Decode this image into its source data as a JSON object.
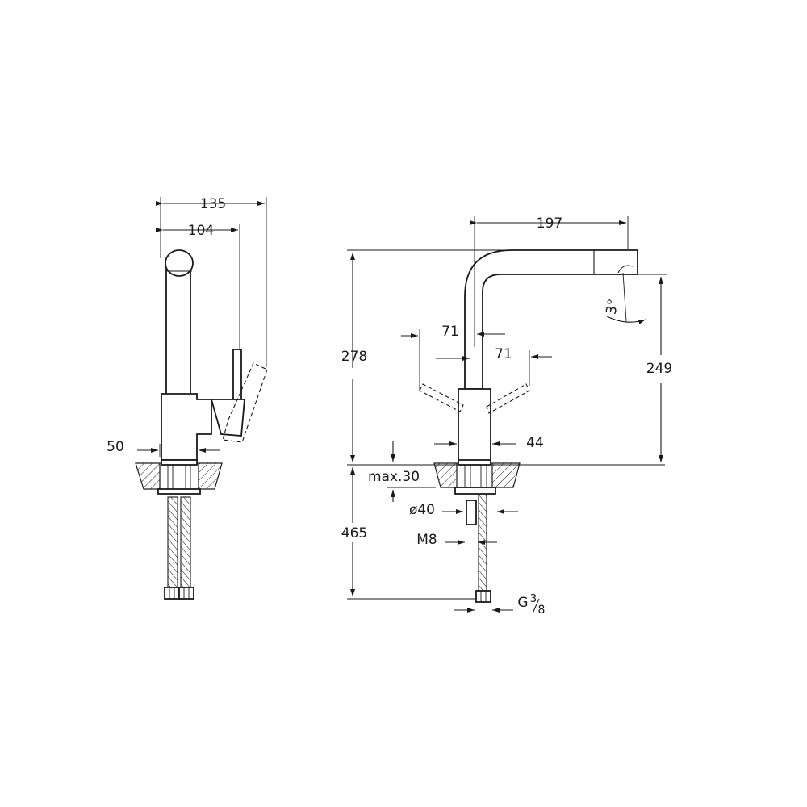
{
  "side_view": {
    "dim_total_width": "135",
    "dim_lever_offset": "104",
    "dim_body_diameter": "50"
  },
  "front_view": {
    "dim_spout_reach": "197",
    "dim_total_height": "278",
    "dim_spout_height": "249",
    "dim_lever_swing_left": "71",
    "dim_lever_swing_right": "71",
    "dim_spout_tilt": "3°",
    "dim_body_diameter": "44",
    "dim_deck_thickness": "max.30",
    "dim_hole_diameter": "ø40",
    "dim_thread": "M8",
    "dim_below_deck": "465",
    "dim_connection": "G",
    "dim_connection_frac_num": "3",
    "dim_connection_frac_den": "8"
  }
}
